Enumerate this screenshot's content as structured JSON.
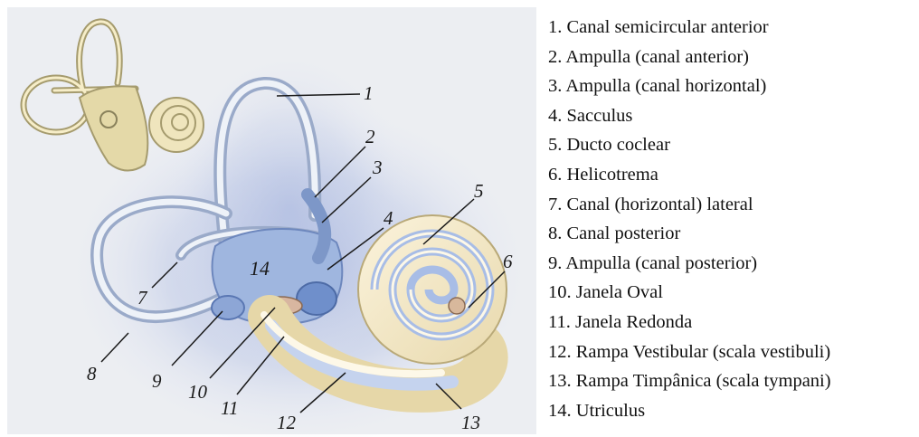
{
  "callout_numbers": [
    "1",
    "2",
    "3",
    "4",
    "5",
    "6",
    "7",
    "8",
    "9",
    "10",
    "11",
    "12",
    "13"
  ],
  "overlay_label": "14",
  "legend": [
    "1. Canal semicircular anterior",
    "2. Ampulla (canal anterior)",
    "3. Ampulla (canal horizontal)",
    "4. Sacculus",
    "5. Ducto coclear",
    "6. Helicotrema",
    "7. Canal (horizontal) lateral",
    "8. Canal posterior",
    "9. Ampulla (canal posterior)",
    "10. Janela Oval",
    "11. Janela Redonda",
    "12. Rampa Vestibular (scala vestibuli)",
    "13. Rampa Timpânica (scala tympani)",
    "14. Utriculus"
  ]
}
